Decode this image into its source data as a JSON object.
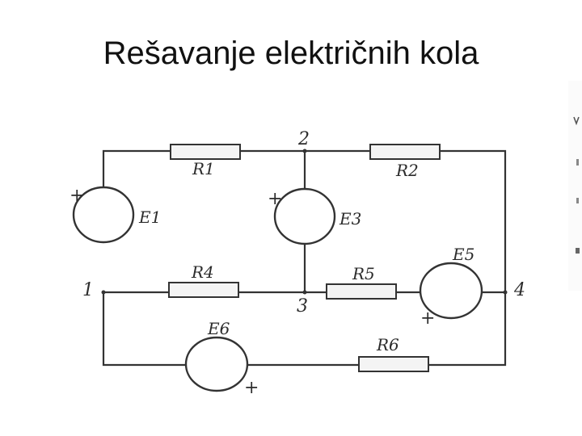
{
  "title": "Rešavanje električnih kola",
  "colors": {
    "ink": "#333333",
    "background": "#ffffff"
  },
  "circuit": {
    "nodes": {
      "n1": "1",
      "n2": "2",
      "n3": "3",
      "n4": "4"
    },
    "resistors": {
      "r1": "R1",
      "r2": "R2",
      "r4": "R4",
      "r5": "R5",
      "r6": "R6"
    },
    "sources": {
      "e1": "E1",
      "e3": "E3",
      "e5": "E5",
      "e6": "E6"
    },
    "polarity": "+"
  }
}
